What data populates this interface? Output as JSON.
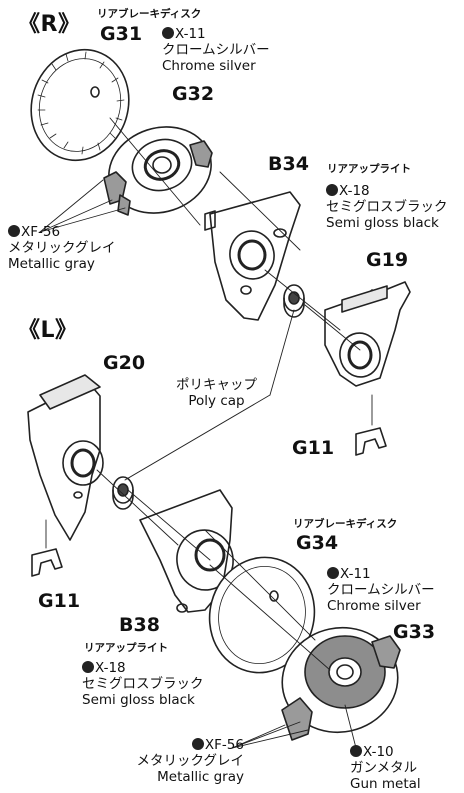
{
  "sections": {
    "right": "《R》",
    "left": "《L》"
  },
  "parts": {
    "g31": {
      "name": "リアブレーキディスク",
      "code": "G31"
    },
    "g32": {
      "code": "G32"
    },
    "b34": {
      "code": "B34",
      "name": "リアアップライト"
    },
    "g19": {
      "code": "G19"
    },
    "g11_top": {
      "code": "G11"
    },
    "g20": {
      "code": "G20"
    },
    "g11_bottom": {
      "code": "G11"
    },
    "g34": {
      "name": "リアブレーキディスク",
      "code": "G34"
    },
    "b38": {
      "code": "B38",
      "name": "リアアップライト"
    },
    "g33": {
      "code": "G33"
    }
  },
  "paints": {
    "top_x11": {
      "code": "X-11",
      "jp": "クロームシルバー",
      "en": "Chrome silver"
    },
    "top_x18": {
      "code": "X-18",
      "jp": "セミグロスブラック",
      "en": "Semi gloss black"
    },
    "top_xf56": {
      "code": "XF-56",
      "jp": "メタリックグレイ",
      "en": "Metallic gray"
    },
    "polycap": {
      "jp": "ポリキャップ",
      "en": "Poly cap"
    },
    "bottom_x11": {
      "code": "X-11",
      "jp": "クロームシルバー",
      "en": "Chrome silver"
    },
    "bottom_x18": {
      "code": "X-18",
      "jp": "セミグロスブラック",
      "en": "Semi gloss black"
    },
    "bottom_xf56": {
      "code": "XF-56",
      "jp": "メタリックグレイ",
      "en": "Metallic gray"
    },
    "bottom_x10": {
      "code": "X-10",
      "jp": "ガンメタル",
      "en": "Gun metal"
    }
  }
}
